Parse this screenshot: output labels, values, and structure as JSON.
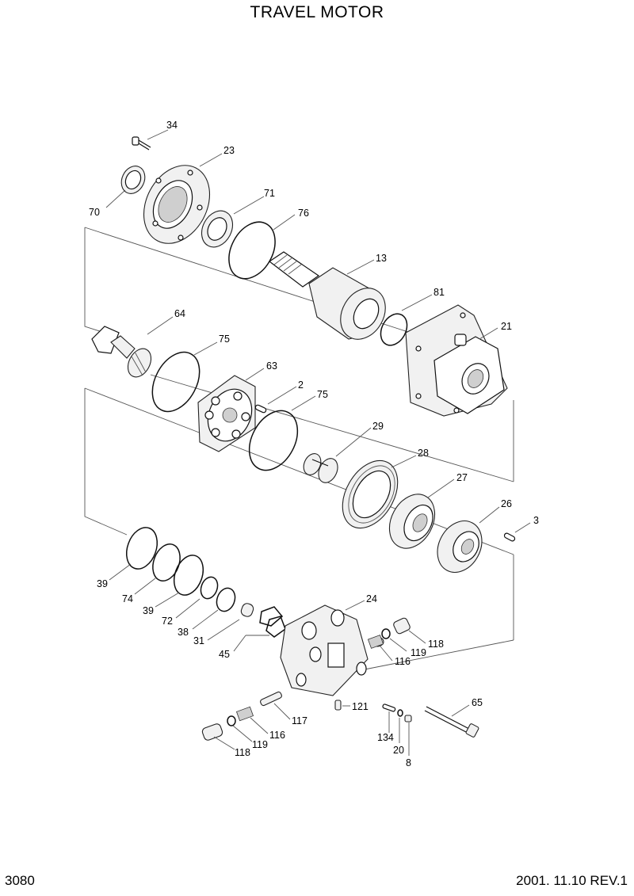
{
  "title": "TRAVEL MOTOR",
  "footer": {
    "page_number": "3080",
    "date_rev": "2001. 11.10  REV.1"
  },
  "labels": {
    "p34": "34",
    "p23": "23",
    "p70": "70",
    "p71": "71",
    "p76": "76",
    "p13": "13",
    "p81": "81",
    "p21": "21",
    "p64": "64",
    "p75a": "75",
    "p63": "63",
    "p2": "2",
    "p75b": "75",
    "p29": "29",
    "p28": "28",
    "p27": "27",
    "p26": "26",
    "p3": "3",
    "p39a": "39",
    "p74": "74",
    "p39b": "39",
    "p72": "72",
    "p38": "38",
    "p31": "31",
    "p45": "45",
    "p24": "24",
    "p118a": "118",
    "p119a": "119",
    "p116a": "116",
    "p65": "65",
    "p121": "121",
    "p117": "117",
    "p116b": "116",
    "p119b": "119",
    "p118b": "118",
    "p134": "134",
    "p20": "20",
    "p8": "8"
  }
}
